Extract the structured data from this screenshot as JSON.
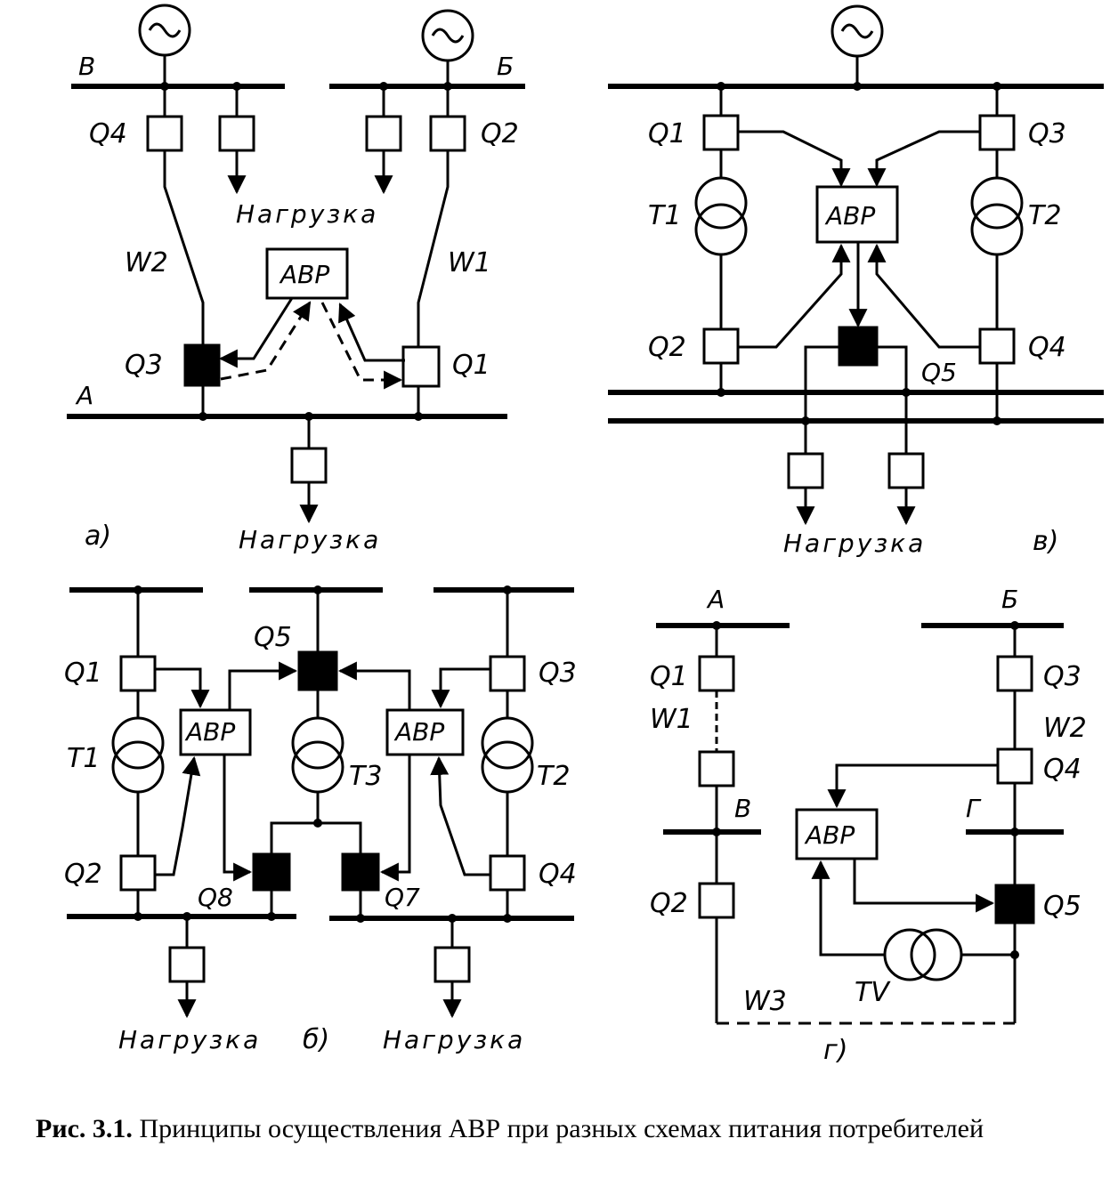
{
  "panels": {
    "a": {
      "letter": "а)",
      "bus_v": "В",
      "bus_b": "Б",
      "bus_a": "А",
      "q4": "Q4",
      "q2": "Q2",
      "q3": "Q3",
      "q1": "Q1",
      "w2": "W2",
      "w1": "W1",
      "avr": "АВР",
      "load_top": "Нагрузка",
      "load_bottom": "Нагрузка"
    },
    "v": {
      "letter": "в)",
      "q1": "Q1",
      "q3": "Q3",
      "q2": "Q2",
      "q4": "Q4",
      "q5": "Q5",
      "t1": "T1",
      "t2": "T2",
      "avr": "АВР",
      "load": "Нагрузка"
    },
    "b": {
      "letter": "б)",
      "q1": "Q1",
      "q5": "Q5",
      "q3": "Q3",
      "q2": "Q2",
      "q8": "Q8",
      "q7": "Q7",
      "q4": "Q4",
      "t1": "T1",
      "t3": "T3",
      "t2": "T2",
      "avr_left": "АВР",
      "avr_right": "АВР",
      "load_left": "Нагрузка",
      "load_right": "Нагрузка"
    },
    "g": {
      "letter": "г)",
      "bus_a": "А",
      "bus_b": "Б",
      "bus_v": "В",
      "bus_g": "Г",
      "q1": "Q1",
      "w1": "W1",
      "q2": "Q2",
      "q3": "Q3",
      "w2": "W2",
      "q4": "Q4",
      "q5": "Q5",
      "w3": "W3",
      "tv": "TV",
      "avr": "АВР"
    }
  },
  "caption": {
    "number": "Рис. 3.1.",
    "text": "Принципы осуществления АВР при разных схемах питания потребителей"
  }
}
